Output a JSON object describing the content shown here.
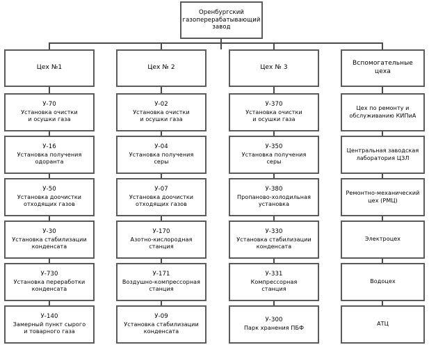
{
  "diagram": {
    "type": "organizational-tree",
    "title_text": "Оренбургский газоперерабатывающий завод",
    "root": {
      "lines": [
        "Оренбургский",
        "газоперерабатывающий",
        "завод"
      ]
    },
    "columns": [
      {
        "header": {
          "lines": [
            "Цех №1"
          ]
        },
        "units": [
          {
            "code": "У-70",
            "lines": [
              "Установка очистки",
              "и осушки газа"
            ]
          },
          {
            "code": "У-16",
            "lines": [
              "Установка получения",
              "одоранта"
            ]
          },
          {
            "code": "У-50",
            "lines": [
              "Установка доочистки",
              "отходящих газов"
            ]
          },
          {
            "code": "У-30",
            "lines": [
              "Установка стабилизации",
              "конденсата"
            ]
          },
          {
            "code": "У-730",
            "lines": [
              "Установка переработки",
              "конденсата"
            ]
          },
          {
            "code": "У-140",
            "lines": [
              "Замерный пункт сырого",
              "и товарного газа"
            ]
          }
        ]
      },
      {
        "header": {
          "lines": [
            "Цех № 2"
          ]
        },
        "units": [
          {
            "code": "У-02",
            "lines": [
              "Установка очистки",
              "и осушки газа"
            ]
          },
          {
            "code": "У-04",
            "lines": [
              "Установка получения",
              "серы"
            ]
          },
          {
            "code": "У-07",
            "lines": [
              "Установка доочистки",
              "отходящих газов"
            ]
          },
          {
            "code": "У-170",
            "lines": [
              "Азотно-кислородная",
              "станция"
            ]
          },
          {
            "code": "У-171",
            "lines": [
              "Воздушно-компрессорная",
              "станция"
            ]
          },
          {
            "code": "У-09",
            "lines": [
              "Установка стабилизации",
              "конденсата"
            ]
          }
        ]
      },
      {
        "header": {
          "lines": [
            "Цех № 3"
          ]
        },
        "units": [
          {
            "code": "У-370",
            "lines": [
              "Установка очистки",
              "и осушки газа"
            ]
          },
          {
            "code": "У-350",
            "lines": [
              "Установка получения",
              "серы"
            ]
          },
          {
            "code": "У-380",
            "lines": [
              "Пропаново-холодильная",
              "установка"
            ]
          },
          {
            "code": "У-330",
            "lines": [
              "Установка стабилизации",
              "конденсата"
            ]
          },
          {
            "code": "У-331",
            "lines": [
              "Компрессорная",
              "станция"
            ]
          },
          {
            "code": "У-300",
            "lines": [
              "Парк хранения ПБФ"
            ]
          }
        ]
      },
      {
        "header": {
          "lines": [
            "Вспомогательные",
            "цеха"
          ]
        },
        "units": [
          {
            "code": "",
            "lines": [
              "Цех по ремонту и",
              "обслуживанию КИПиА"
            ]
          },
          {
            "code": "",
            "lines": [
              "Центральная заводская",
              "лаборатория ЦЗЛ"
            ]
          },
          {
            "code": "",
            "lines": [
              "Ремонтно-механический",
              "цех (РМЦ)"
            ]
          },
          {
            "code": "",
            "lines": [
              "Электроцех"
            ]
          },
          {
            "code": "",
            "lines": [
              "Водоцех"
            ]
          },
          {
            "code": "",
            "lines": [
              "АТЦ"
            ]
          }
        ]
      }
    ],
    "colors": {
      "border": "#5a5a5a",
      "connector": "#4a4a4a",
      "background": "#ffffff",
      "text": "#000000"
    }
  }
}
